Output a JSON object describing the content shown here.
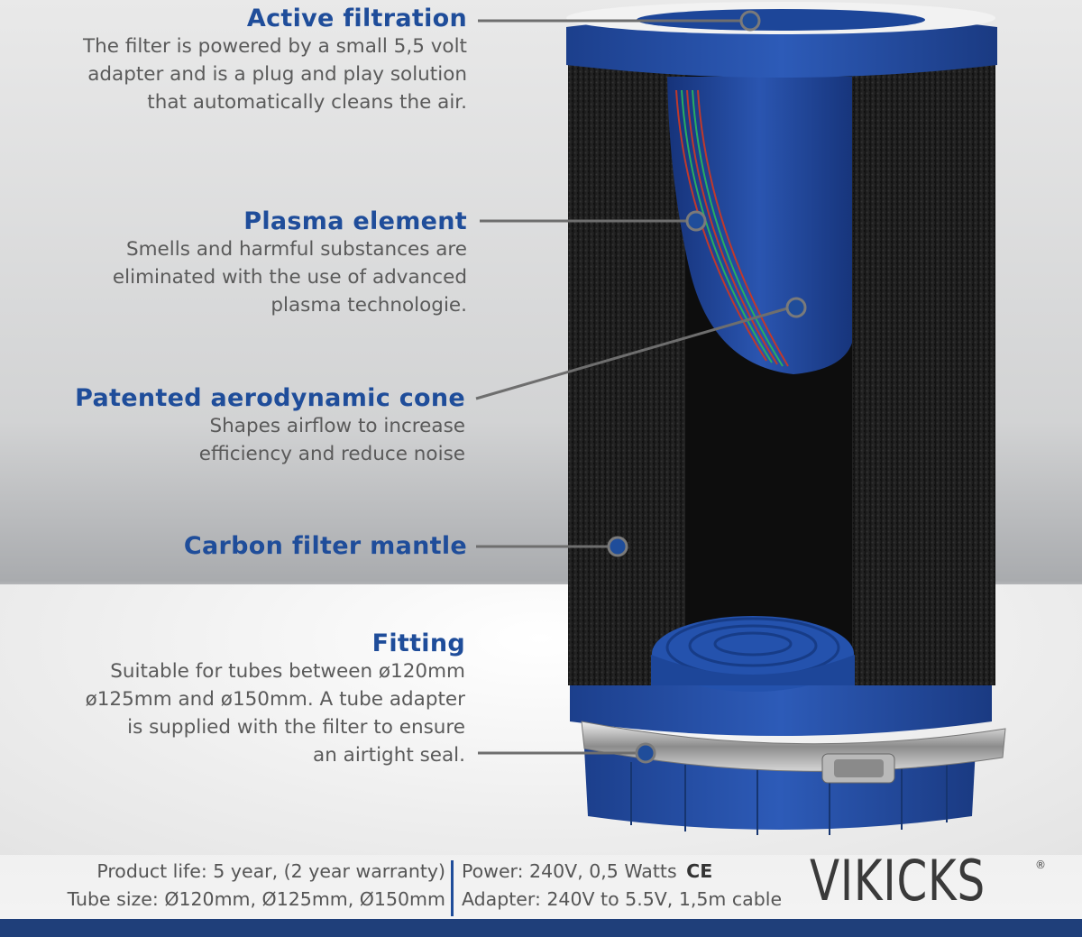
{
  "callouts": [
    {
      "title": "Active filtration",
      "lines": [
        "The filter is powered by a small 5,5 volt",
        "adapter and is a plug and play solution",
        "that automatically cleans the air."
      ]
    },
    {
      "title": "Plasma element",
      "lines": [
        "Smells and harmful substances are",
        "eliminated with the use of advanced",
        "plasma technologie."
      ]
    },
    {
      "title": "Patented aerodynamic cone",
      "lines": [
        "Shapes airflow to increase",
        "efficiency and reduce noise"
      ]
    },
    {
      "title": "Carbon filter mantle",
      "lines": []
    },
    {
      "title": "Fitting",
      "lines": [
        "Suitable for tubes between ø120mm",
        "ø125mm and ø150mm. A tube adapter",
        "is supplied with the filter to ensure",
        "an airtight seal."
      ]
    }
  ],
  "footer": {
    "product_life": "Product life: 5 year, (2 year warranty)",
    "tube_size": "Tube size: Ø120mm, Ø125mm, Ø150mm",
    "power": "Power: 240V, 0,5 Watts",
    "ce_mark": "CE",
    "adapter": "Adapter: 240V to 5.5V, 1,5m cable"
  },
  "brand": {
    "name": "VIKICKS",
    "registered": "®"
  },
  "colors": {
    "accent_blue": "#1f4d9a",
    "body_text": "#5a5a5a",
    "bar": "#1f3f7a"
  }
}
